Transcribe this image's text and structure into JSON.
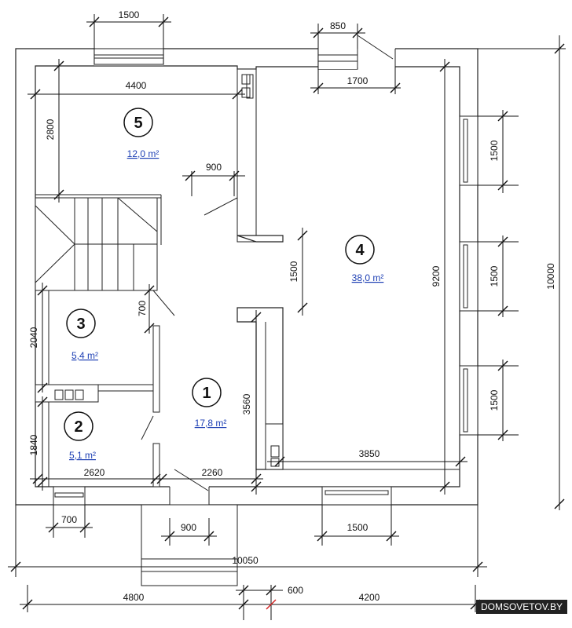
{
  "plan": {
    "dimensions": {
      "top_window_left": "1500",
      "top_door_width": "850",
      "top_door_offset": "1700",
      "room5_width": "4400",
      "room5_depth": "2800",
      "door_900_upper": "900",
      "opening_room4_left": "1500",
      "room4_depth": "9200",
      "overall_depth": "10000",
      "right_window_1": "1500",
      "right_window_2": "1500",
      "right_window_3": "1500",
      "room3_depth": "2040",
      "room3_door": "700",
      "room1_depth": "3560",
      "room2_depth": "1840",
      "room2_width": "2620",
      "room1_width": "2260",
      "room4_width": "3850",
      "bottom_window_left": "700",
      "entrance_door": "900",
      "bottom_window_right": "1500",
      "overall_width": "10050",
      "left_part": "4800",
      "middle_part": "600",
      "right_part": "4200"
    },
    "rooms": [
      {
        "number": "1",
        "area": "17,8 m²"
      },
      {
        "number": "2",
        "area": "5,1 m²"
      },
      {
        "number": "3",
        "area": "5,4 m²"
      },
      {
        "number": "4",
        "area": "38,0 m²"
      },
      {
        "number": "5",
        "area": "12,0 m²"
      }
    ],
    "watermark": "DOMSOVETOV.BY"
  }
}
